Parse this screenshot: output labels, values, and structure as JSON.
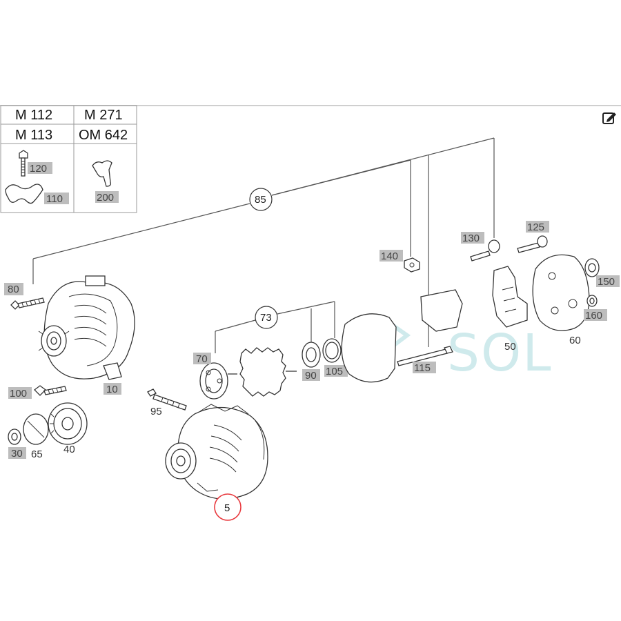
{
  "edit_icon": "edit-square-icon",
  "engine_table": {
    "row1": [
      "M 112",
      "M 271"
    ],
    "row2": [
      "M 113",
      "OM 642"
    ]
  },
  "inset_parts": {
    "p120": "120",
    "p110": "110",
    "p200": "200"
  },
  "callouts": {
    "c85": "85",
    "c73": "73",
    "c5": "5"
  },
  "part_labels": {
    "p80": "80",
    "p10": "10",
    "p100": "100",
    "p30": "30",
    "p65": "65",
    "p40": "40",
    "p95": "95",
    "p70": "70",
    "p90": "90",
    "p105": "105",
    "p140": "140",
    "p115": "115",
    "p130": "130",
    "p125": "125",
    "p50": "50",
    "p60": "60",
    "p150": "150",
    "p160": "160"
  },
  "watermark": "SOL",
  "colors": {
    "label_bg": "#bdbdbd",
    "highlight_circle": "#e8383d",
    "watermark": "#bfe3e6"
  }
}
